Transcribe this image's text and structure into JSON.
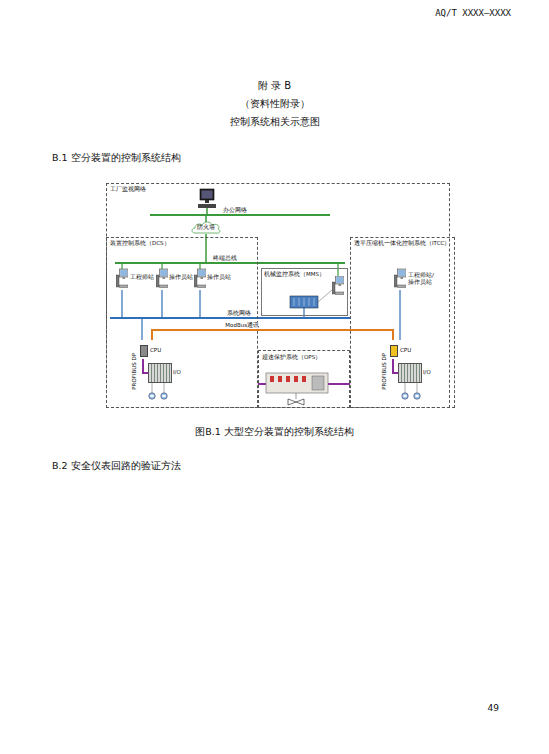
{
  "diagram": {
    "title": "控制系统相关示意图",
    "caption": "图B.1 大型空分装置的控制系统结构",
    "nodes": [
      {
        "text": [
          "工厂监视网络"
        ]
      },
      {
        "text": [
          "防火墙"
        ],
        "in": 0
      },
      {
        "text": [
          "装置控制系统（DCS）"
        ],
        "in": 0
      },
      {
        "text": [
          "工程师站"
        ],
        "in": 2
      },
      {
        "text": [
          "操作员站"
        ],
        "in": 2
      },
      {
        "text": [
          "操作员站"
        ],
        "in": 2
      },
      {
        "text": [
          "CPU"
        ],
        "in": 2
      },
      {
        "text": [
          "I/O"
        ],
        "in": 2
      },
      {
        "text": [
          "机械监控系统（MMS）"
        ],
        "in": 0
      },
      {
        "text": [
          "超速保护系统（OPS）"
        ],
        "in": 0
      },
      {
        "text": [
          "透平压缩机一体化控制系统（ITCC）"
        ],
        "in": 0
      },
      {
        "text": [
          "工程师站/ 操作员站"
        ],
        "in": 10
      },
      {
        "text": [
          "CPU"
        ],
        "in": 10
      },
      {
        "text": [
          "I/O"
        ],
        "in": 10
      }
    ],
    "edges": [
      {
        "from": 6,
        "to": 12,
        "arrow": "none",
        "label": "ModBus通讯"
      },
      {
        "from": 6,
        "to": 7,
        "arrow": "none",
        "label": "PROFIBUS DP"
      },
      {
        "from": 12,
        "to": 13,
        "arrow": "none",
        "label": "PROFIBUS DP"
      }
    ],
    "labels": [
      "AQ/T XXXX—XXXX",
      "附 录 B",
      "（资料性附录）",
      "B.1 空分装置的控制系统结构",
      "办公网络",
      "终端总线",
      "系统网络",
      "B.2 安全仪表回路的验证方法",
      "49"
    ]
  }
}
